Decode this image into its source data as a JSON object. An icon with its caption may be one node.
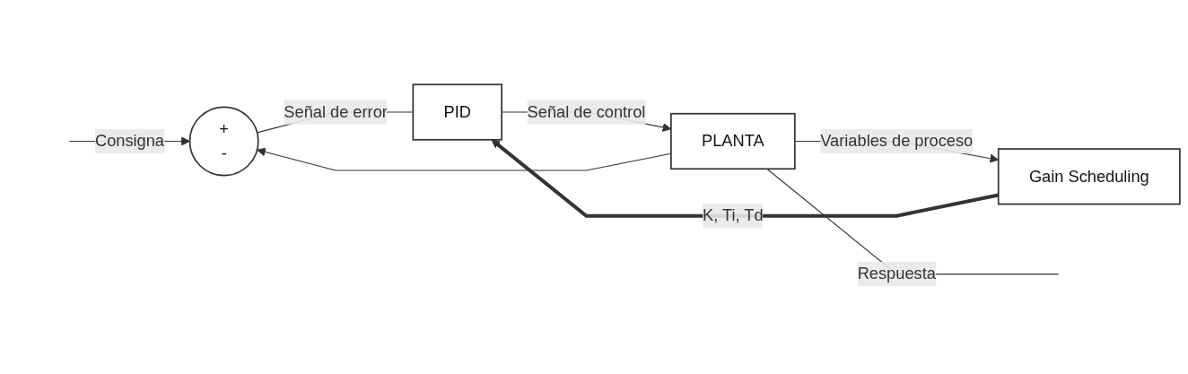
{
  "diagram": {
    "nodes": [
      {
        "text": [
          "Gain Scheduling"
        ]
      },
      {
        "text": [
          "+",
          "-"
        ]
      },
      {
        "text": [
          "PID"
        ]
      },
      {
        "text": [
          "PLANTA"
        ]
      }
    ],
    "edges": [
      {
        "from": null,
        "to": 1,
        "arrow": "to",
        "label": "Consigna"
      },
      {
        "from": 1,
        "to": 2,
        "arrow": "none",
        "label": "Señal de error"
      },
      {
        "from": 2,
        "to": 3,
        "arrow": "to",
        "label": "Señal de control"
      },
      {
        "from": 3,
        "to": 0,
        "arrow": "to",
        "label": "Variables de proceso"
      },
      {
        "from": 0,
        "to": 2,
        "arrow": "to",
        "label": "K, Ti, Td",
        "style": "thick"
      },
      {
        "from": 3,
        "to": null,
        "arrow": "none",
        "label": "Respuesta"
      },
      {
        "from": 3,
        "to": 1,
        "arrow": "to"
      }
    ]
  }
}
